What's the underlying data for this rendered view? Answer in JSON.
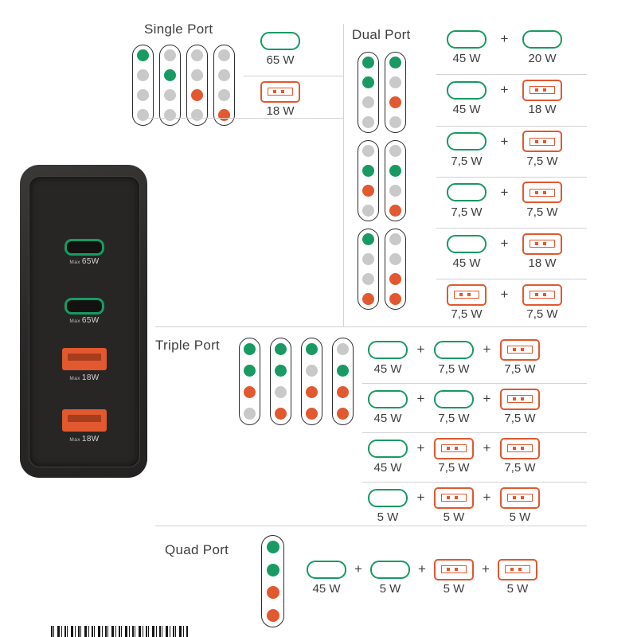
{
  "colors": {
    "green": "#189a62",
    "orange": "#e2582f",
    "inactive": "#c9c9c9"
  },
  "plus": "+",
  "device": {
    "ports": [
      {
        "type": "usb-c",
        "max": "Max",
        "power": "65W"
      },
      {
        "type": "usb-c",
        "max": "Max",
        "power": "65W"
      },
      {
        "type": "usb-a",
        "max": "Max",
        "power": "18W"
      },
      {
        "type": "usb-a",
        "max": "Max",
        "power": "18W"
      }
    ]
  },
  "single": {
    "title": "Single Port",
    "capsules": [
      [
        "green",
        "inactive",
        "inactive",
        "inactive"
      ],
      [
        "inactive",
        "green",
        "inactive",
        "inactive"
      ],
      [
        "inactive",
        "inactive",
        "orange",
        "inactive"
      ],
      [
        "inactive",
        "inactive",
        "inactive",
        "orange"
      ]
    ],
    "rows": [
      {
        "items": [
          {
            "type": "usb-c",
            "power": "65 W"
          }
        ]
      },
      {
        "items": [
          {
            "type": "usb-a",
            "power": "18 W"
          }
        ]
      }
    ]
  },
  "dual": {
    "title": "Dual Port",
    "capsule_pairs": [
      [
        [
          "green",
          "green",
          "inactive",
          "inactive"
        ],
        [
          "green",
          "inactive",
          "orange",
          "inactive"
        ]
      ],
      [
        [
          "inactive",
          "green",
          "orange",
          "inactive"
        ],
        [
          "inactive",
          "green",
          "inactive",
          "orange"
        ]
      ],
      [
        [
          "green",
          "inactive",
          "inactive",
          "orange"
        ],
        [
          "inactive",
          "inactive",
          "orange",
          "orange"
        ]
      ]
    ],
    "rows": [
      {
        "items": [
          {
            "type": "usb-c",
            "power": "45 W"
          },
          {
            "type": "usb-c",
            "power": "20 W"
          }
        ]
      },
      {
        "items": [
          {
            "type": "usb-c",
            "power": "45 W"
          },
          {
            "type": "usb-a",
            "power": "18 W"
          }
        ]
      },
      {
        "items": [
          {
            "type": "usb-c",
            "power": "7,5 W"
          },
          {
            "type": "usb-a",
            "power": "7,5 W"
          }
        ]
      },
      {
        "items": [
          {
            "type": "usb-c",
            "power": "7,5 W"
          },
          {
            "type": "usb-a",
            "power": "7,5 W"
          }
        ]
      },
      {
        "items": [
          {
            "type": "usb-c",
            "power": "45 W"
          },
          {
            "type": "usb-a",
            "power": "18 W"
          }
        ]
      },
      {
        "items": [
          {
            "type": "usb-a",
            "power": "7,5 W"
          },
          {
            "type": "usb-a",
            "power": "7,5 W"
          }
        ]
      }
    ]
  },
  "triple": {
    "title": "Triple Port",
    "capsules": [
      [
        "green",
        "green",
        "orange",
        "inactive"
      ],
      [
        "green",
        "green",
        "inactive",
        "orange"
      ],
      [
        "green",
        "inactive",
        "orange",
        "orange"
      ],
      [
        "inactive",
        "green",
        "orange",
        "orange"
      ]
    ],
    "rows": [
      {
        "items": [
          {
            "type": "usb-c",
            "power": "45 W"
          },
          {
            "type": "usb-c",
            "power": "7,5 W"
          },
          {
            "type": "usb-a",
            "power": "7,5 W"
          }
        ]
      },
      {
        "items": [
          {
            "type": "usb-c",
            "power": "45 W"
          },
          {
            "type": "usb-c",
            "power": "7,5 W"
          },
          {
            "type": "usb-a",
            "power": "7,5 W"
          }
        ]
      },
      {
        "items": [
          {
            "type": "usb-c",
            "power": "45 W"
          },
          {
            "type": "usb-a",
            "power": "7,5 W"
          },
          {
            "type": "usb-a",
            "power": "7,5 W"
          }
        ]
      },
      {
        "items": [
          {
            "type": "usb-c",
            "power": "5 W"
          },
          {
            "type": "usb-a",
            "power": "5 W"
          },
          {
            "type": "usb-a",
            "power": "5 W"
          }
        ]
      }
    ]
  },
  "quad": {
    "title": "Quad Port",
    "capsules": [
      [
        "green",
        "green",
        "orange",
        "orange"
      ]
    ],
    "rows": [
      {
        "items": [
          {
            "type": "usb-c",
            "power": "45 W"
          },
          {
            "type": "usb-c",
            "power": "5 W"
          },
          {
            "type": "usb-a",
            "power": "5 W"
          },
          {
            "type": "usb-a",
            "power": "5 W"
          }
        ]
      }
    ]
  }
}
